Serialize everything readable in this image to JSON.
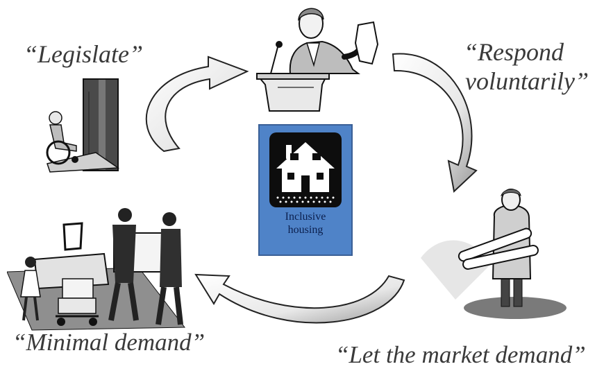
{
  "labels": {
    "legislate": "“Legislate”",
    "respond_line1": "“Respond",
    "respond_line2": "voluntarily”",
    "minimal_demand": "“Minimal demand”",
    "market_demand": "“Let the market demand”"
  },
  "center": {
    "line1": "Inclusive",
    "line2": "housing"
  },
  "colors": {
    "card_fill": "#4f83c8",
    "card_border": "#3a5f96",
    "house_tile": "#0d0d0d",
    "text": "#3a3a3a"
  },
  "icons": {
    "top": "speaker-at-podium-icon",
    "left": "wheelchair-ramp-icon",
    "right": "planner-with-blueprints-icon",
    "bottom_left": "people-moving-furniture-icon",
    "center": "house-icon"
  }
}
